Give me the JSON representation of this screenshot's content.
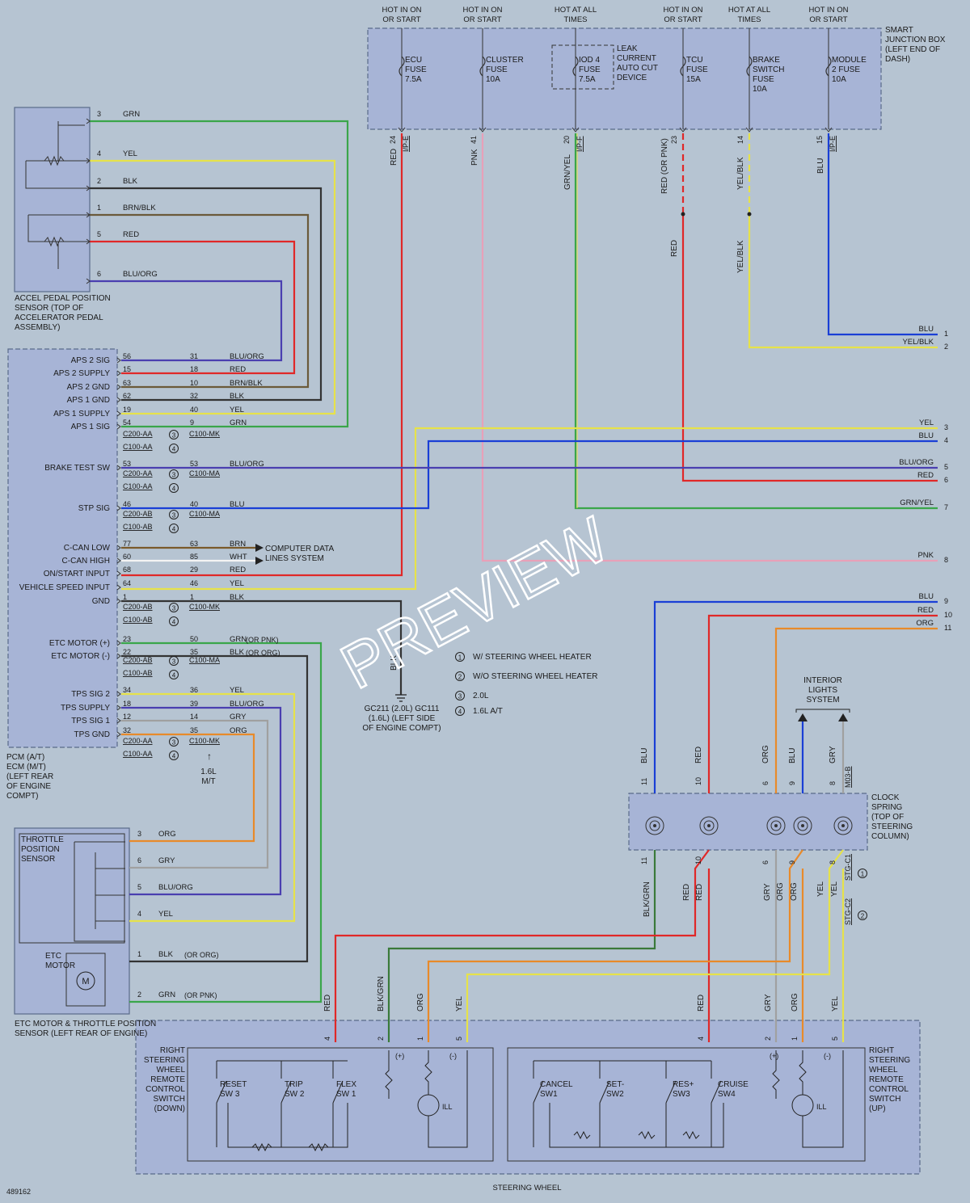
{
  "colors": {
    "background": "#b6c4d2",
    "box_fill": "#a7b4d6",
    "green": "#3aa64a",
    "yellow": "#e6e24a",
    "black": "#333333",
    "brown_black": "#6b5a3a",
    "red": "#e02828",
    "blue_orange": "#4a3fb0",
    "blue": "#1a3fd6",
    "pink": "#e8a0b8",
    "orange": "#e88a2a",
    "gray": "#a0a0a0",
    "white": "#f4f4f4"
  },
  "junction_box": {
    "title": "SMART JUNCTION BOX (LEFT END OF DASH)",
    "hot_labels": [
      "HOT IN ON OR START",
      "HOT IN ON OR START",
      "HOT AT ALL TIMES",
      "HOT IN ON OR START",
      "HOT AT ALL TIMES",
      "HOT IN ON OR START"
    ],
    "fuses": [
      "ECU FUSE 7.5A",
      "CLUSTER FUSE 10A",
      "IOD 4 FUSE 7.5A",
      "TCU FUSE 15A",
      "BRAKE SWITCH FUSE 10A",
      "MODULE 2 FUSE 10A"
    ],
    "leak_device": "LEAK CURRENT AUTO CUT DEVICE",
    "pins": [
      "24",
      "41",
      "20",
      "23",
      "14",
      "15"
    ],
    "connectors": [
      "I/P-E",
      "",
      "I/P-F",
      "",
      "",
      "I/P-E"
    ],
    "wire_colors": [
      "RED",
      "PNK",
      "GRN/YEL",
      "RED (OR PNK)",
      "YEL/BLK",
      "BLU"
    ]
  },
  "accel_sensor": {
    "title": "ACCEL PEDAL POSITION SENSOR (TOP OF ACCELERATOR PEDAL ASSEMBLY)",
    "pins": [
      "3",
      "4",
      "2",
      "1",
      "5",
      "6"
    ],
    "wires": [
      "GRN",
      "YEL",
      "BLK",
      "BRN/BLK",
      "RED",
      "BLU/ORG"
    ]
  },
  "pcm": {
    "title": "PCM (A/T) ECM (M/T) (LEFT REAR OF ENGINE COMPT)",
    "signals": [
      "APS 2 SIG",
      "APS 2 SUPPLY",
      "APS 2 GND",
      "APS 1 GND",
      "APS 1 SUPPLY",
      "APS 1 SIG",
      "BRAKE TEST SW",
      "STP SIG",
      "C-CAN LOW",
      "C-CAN HIGH",
      "ON/START INPUT",
      "VEHICLE SPEED INPUT",
      "GND",
      "ETC MOTOR (+)",
      "ETC MOTOR (-)",
      "TPS SIG 2",
      "TPS SUPPLY",
      "TPS SIG 1",
      "TPS GND"
    ],
    "rows": [
      [
        "56",
        "31",
        "BLU/ORG",
        ""
      ],
      [
        "15",
        "18",
        "RED",
        ""
      ],
      [
        "63",
        "10",
        "BRN/BLK",
        ""
      ],
      [
        "62",
        "32",
        "BLK",
        ""
      ],
      [
        "19",
        "40",
        "YEL",
        ""
      ],
      [
        "54",
        "9",
        "GRN",
        ""
      ],
      [
        "53",
        "53",
        "BLU/ORG",
        ""
      ],
      [
        "46",
        "40",
        "BLU",
        ""
      ],
      [
        "77",
        "63",
        "BRN",
        ""
      ],
      [
        "60",
        "85",
        "WHT",
        ""
      ],
      [
        "68",
        "29",
        "RED",
        ""
      ],
      [
        "64",
        "46",
        "YEL",
        ""
      ],
      [
        "1",
        "1",
        "BLK",
        ""
      ],
      [
        "23",
        "50",
        "GRN",
        "(OR PNK)"
      ],
      [
        "22",
        "35",
        "BLK",
        "(OR ORG)"
      ],
      [
        "34",
        "36",
        "YEL",
        ""
      ],
      [
        "18",
        "39",
        "BLU/ORG",
        ""
      ],
      [
        "12",
        "14",
        "GRY",
        ""
      ],
      [
        "32",
        "35",
        "ORG",
        ""
      ]
    ],
    "conn_groups": [
      [
        "C200-AA",
        "C100-AA",
        "C100-MK"
      ],
      [
        "C200-AA",
        "C100-AA",
        "C100-MA"
      ],
      [
        "C200-AB",
        "C100-AB",
        "C100-MA"
      ],
      [
        "C200-AB",
        "C100-AB",
        "C100-MK"
      ],
      [
        "C200-AB",
        "C100-AB",
        "C100-MA"
      ],
      [
        "C200-AA",
        "C100-AA",
        "C100-MK"
      ]
    ],
    "computer_data": "COMPUTER DATA LINES SYSTEM",
    "mt_note": "1.6L M/T"
  },
  "ground": {
    "wire": "BLK",
    "label": "GC211 (2.0L) GC111 (1.6L) (LEFT SIDE OF ENGINE COMPT)"
  },
  "legend": [
    {
      "num": "1",
      "text": "W/ STEERING WHEEL HEATER"
    },
    {
      "num": "2",
      "text": "W/O STEERING WHEEL HEATER"
    },
    {
      "num": "3",
      "text": "2.0L"
    },
    {
      "num": "4",
      "text": "1.6L A/T"
    }
  ],
  "right_connections": [
    {
      "num": "1",
      "label": "BLU"
    },
    {
      "num": "2",
      "label": "YEL/BLK"
    },
    {
      "num": "3",
      "label": "YEL"
    },
    {
      "num": "4",
      "label": "BLU"
    },
    {
      "num": "5",
      "label": "BLU/ORG"
    },
    {
      "num": "6",
      "label": "RED"
    },
    {
      "num": "7",
      "label": "GRN/YEL"
    },
    {
      "num": "8",
      "label": "PNK"
    },
    {
      "num": "9",
      "label": "BLU"
    },
    {
      "num": "10",
      "label": "RED"
    },
    {
      "num": "11",
      "label": "ORG"
    }
  ],
  "mid_labels": {
    "red_mid": "RED",
    "yelblk_mid": "YEL/BLK"
  },
  "throttle": {
    "title": "THROTTLE POSITION SENSOR",
    "motor_title": "ETC MOTOR",
    "motor_glyph": "M",
    "outer_title": "ETC MOTOR & THROTTLE POSITION SENSOR (LEFT REAR OF ENGINE)",
    "pins": [
      "3",
      "6",
      "5",
      "4",
      "1",
      "2"
    ],
    "wires": [
      "ORG",
      "GRY",
      "BLU/ORG",
      "YEL",
      "BLK",
      "GRN"
    ],
    "notes": [
      "",
      "",
      "",
      "",
      "(OR ORG)",
      "(OR PNK)"
    ]
  },
  "clock_spring": {
    "title": "CLOCK SPRING (TOP OF STEERING COLUMN)",
    "interior": "INTERIOR LIGHTS SYSTEM",
    "top_pins": [
      "11",
      "10",
      "6",
      "9",
      "8"
    ],
    "top_wires": [
      "BLU",
      "RED",
      "ORG",
      "BLU",
      "GRY"
    ],
    "top_conn": "M03-B",
    "bottom_pins": [
      "11",
      "10",
      "6",
      "9",
      "8"
    ],
    "bottom_wires": [
      "BLK/GRN",
      "RED",
      "GRY",
      "ORG",
      "YEL"
    ],
    "bottom_wires_alt": [
      "",
      "RED",
      "ORG",
      "",
      "YEL"
    ],
    "conn_c1": "STG-C1",
    "conn_c2": "STG-C2"
  },
  "steering": {
    "title": "STEERING WHEEL",
    "left_title": "RIGHT STEERING WHEEL REMOTE CONTROL SWITCH (DOWN)",
    "right_title": "RIGHT STEERING WHEEL REMOTE CONTROL SWITCH (UP)",
    "left_switches": [
      "RESET SW 3",
      "TRIP SW 2",
      "FLEX SW 1"
    ],
    "right_switches": [
      "CANCEL SW1",
      "SET- SW2",
      "RES+ SW3",
      "CRUISE SW4"
    ],
    "left_pins": [
      "4",
      "2",
      "1",
      "5"
    ],
    "left_wires": [
      "RED",
      "BLK/GRN",
      "ORG",
      "YEL"
    ],
    "right_pins": [
      "4",
      "2",
      "1",
      "5"
    ],
    "right_wires": [
      "RED",
      "GRY",
      "ORG",
      "YEL"
    ],
    "plus": "(+)",
    "minus": "(-)",
    "ill": "ILL"
  },
  "diagram_id": "489162",
  "watermark": "PREVIEW"
}
